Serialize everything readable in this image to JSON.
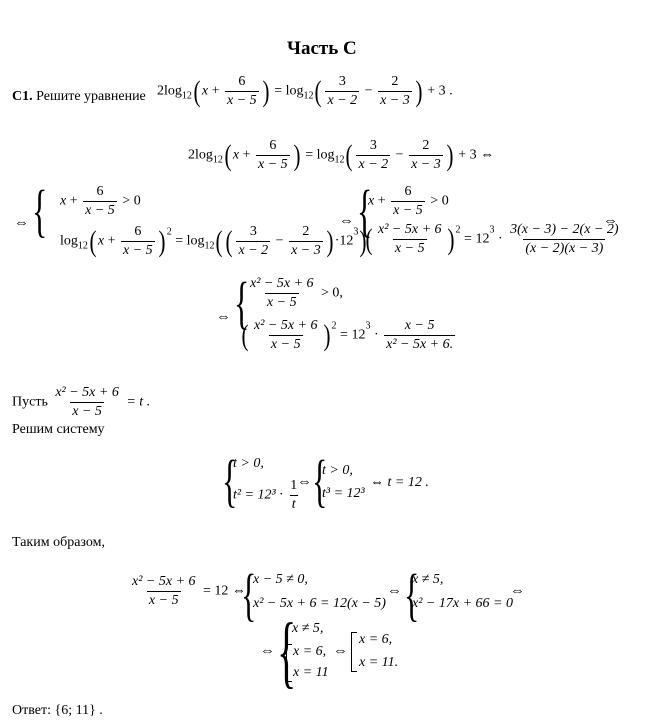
{
  "title": "Часть С",
  "problem": {
    "label": "С1.",
    "text": "Решите уравнение",
    "eq_parts": {
      "coef": "2log",
      "base": "12",
      "rhs_log": "log",
      "plus3": "+ 3 ."
    }
  },
  "sym": {
    "x": "x",
    "t": "t",
    "eq": "=",
    "gt0": "> 0",
    "gt0c": "> 0,",
    "iff": "⇔",
    "plus": "+",
    "minus": "−",
    "dot": "·",
    "lp": "(",
    "rp": ")",
    "six": "6",
    "two": "2",
    "three": "3",
    "one": "1",
    "xm5": "x − 5",
    "xm2": "x − 2",
    "xm3": "x − 3",
    "sq": "2",
    "cube": "3",
    "twelve": "12",
    "base12": "12",
    "plus3iff": "+ 3 ⇔",
    "poly": "x² − 5x + 6",
    "poly2": "x² − 5x + 6.",
    "numcomb": "3(x − 3) − 2(x − 2)",
    "dencomb": "(x − 2)(x − 3)",
    "t_gt0": "t > 0,",
    "t2": "t² = 12³ ·",
    "t3": "t³ = 12³",
    "t12": "t = 12 .",
    "r1": "= 12 ⇔",
    "xne5": "x − 5 ≠ 0,",
    "eqA": "x² − 5x + 6 = 12(x − 5)",
    "xne5b": "x ≠ 5,",
    "eqB": "x² − 17x + 66 = 0",
    "x6c": "x = 6,",
    "x11": "x = 11",
    "x11p": "x = 11.",
    "x6": "x = 6,"
  },
  "let_label": "Пусть",
  "let_end": "= t .",
  "solve_label": "Решим систему",
  "thus_label": "Таким образом,",
  "answer_label": "Ответ:",
  "answer_value": "{6; 11} ."
}
